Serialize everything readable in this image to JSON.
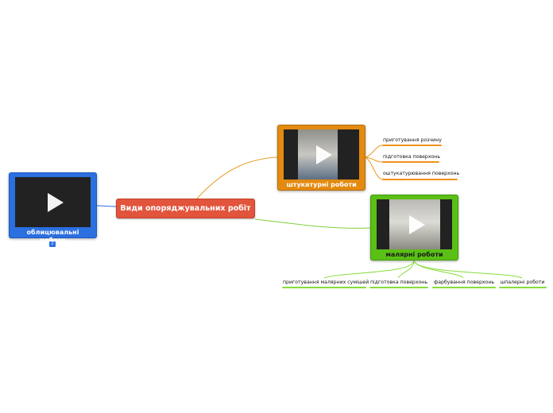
{
  "map": {
    "central": {
      "label": "Види опоряджувальних робіт"
    },
    "branches": {
      "facing": {
        "label": "облицювальні роботи",
        "badge": "2"
      },
      "plaster": {
        "label": "штукатурні роботи",
        "children": [
          "приготування розчину",
          "підготовка поверхонь",
          "оштукатурювання поверхонь"
        ]
      },
      "paint": {
        "label": "малярні роботи",
        "children": [
          "приготування малярних сумішей",
          "підготовка поверхонь",
          "фарбування поверхонь",
          "шпалерні роботи"
        ]
      }
    },
    "colors": {
      "central": "#e2543b",
      "facing": "#2b6fe0",
      "plaster": "#e38a10",
      "paint": "#5bc016"
    },
    "icons": [
      "play-icon"
    ]
  }
}
